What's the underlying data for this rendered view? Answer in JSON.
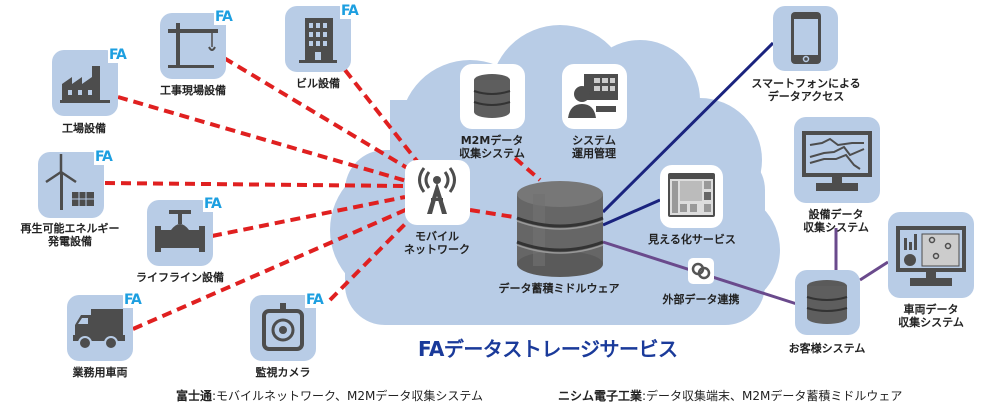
{
  "title": "FAデータストレージサービス",
  "colors": {
    "cloud": "#b8cce6",
    "tile": "#b8cce6",
    "icon": "#4d4d4d",
    "fa_badge": "#1d9fe0",
    "dashed_link": "#e02020",
    "service_link": "#1a237e",
    "external_link": "#6a4a8c",
    "title": "#1a3a9a"
  },
  "fa_badge_text": "FA",
  "devices": [
    {
      "id": "factory",
      "label": "工場設備",
      "icon": "factory-icon",
      "fa": true
    },
    {
      "id": "construction",
      "label": "工事現場設備",
      "icon": "crane-icon",
      "fa": true
    },
    {
      "id": "building",
      "label": "ビル設備",
      "icon": "building-icon",
      "fa": true
    },
    {
      "id": "renewable",
      "label": "再生可能エネルギー\n発電設備",
      "icon": "wind-solar-icon",
      "fa": true
    },
    {
      "id": "lifeline",
      "label": "ライフライン設備",
      "icon": "valve-icon",
      "fa": true
    },
    {
      "id": "vehicle",
      "label": "業務用車両",
      "icon": "truck-icon",
      "fa": true
    },
    {
      "id": "camera",
      "label": "監視カメラ",
      "icon": "camera-icon",
      "fa": true
    }
  ],
  "cloud_nodes": {
    "mobile": {
      "label": "モバイル\nネットワーク",
      "icon": "antenna-icon"
    },
    "m2m": {
      "label": "M2Mデータ\n収集システム",
      "icon": "database-icon"
    },
    "ops": {
      "label": "システム\n運用管理",
      "icon": "operator-icon"
    },
    "storage": {
      "label": "データ蓄積ミドルウェア",
      "icon": "database-icon"
    },
    "visual": {
      "label": "見える化サービス",
      "icon": "dashboard-icon"
    },
    "external": {
      "label": "外部データ連携",
      "icon": "link-icon"
    }
  },
  "outside_nodes": {
    "smartphone": {
      "label": "スマートフォンによる\nデータアクセス",
      "icon": "smartphone-icon"
    },
    "equipment": {
      "label": "設備データ\n収集システム",
      "icon": "monitor-chart-icon"
    },
    "customer": {
      "label": "お客様システム",
      "icon": "database-icon"
    },
    "vehicle_data": {
      "label": "車両データ\n収集システム",
      "icon": "monitor-map-icon"
    }
  },
  "credits": [
    {
      "company": "富士通",
      "text": ":モバイルネットワーク、M2Mデータ収集システム"
    },
    {
      "company": "ニシム電子工業",
      "text": ":データ収集端末、M2Mデータ蓄積ミドルウェア"
    }
  ]
}
